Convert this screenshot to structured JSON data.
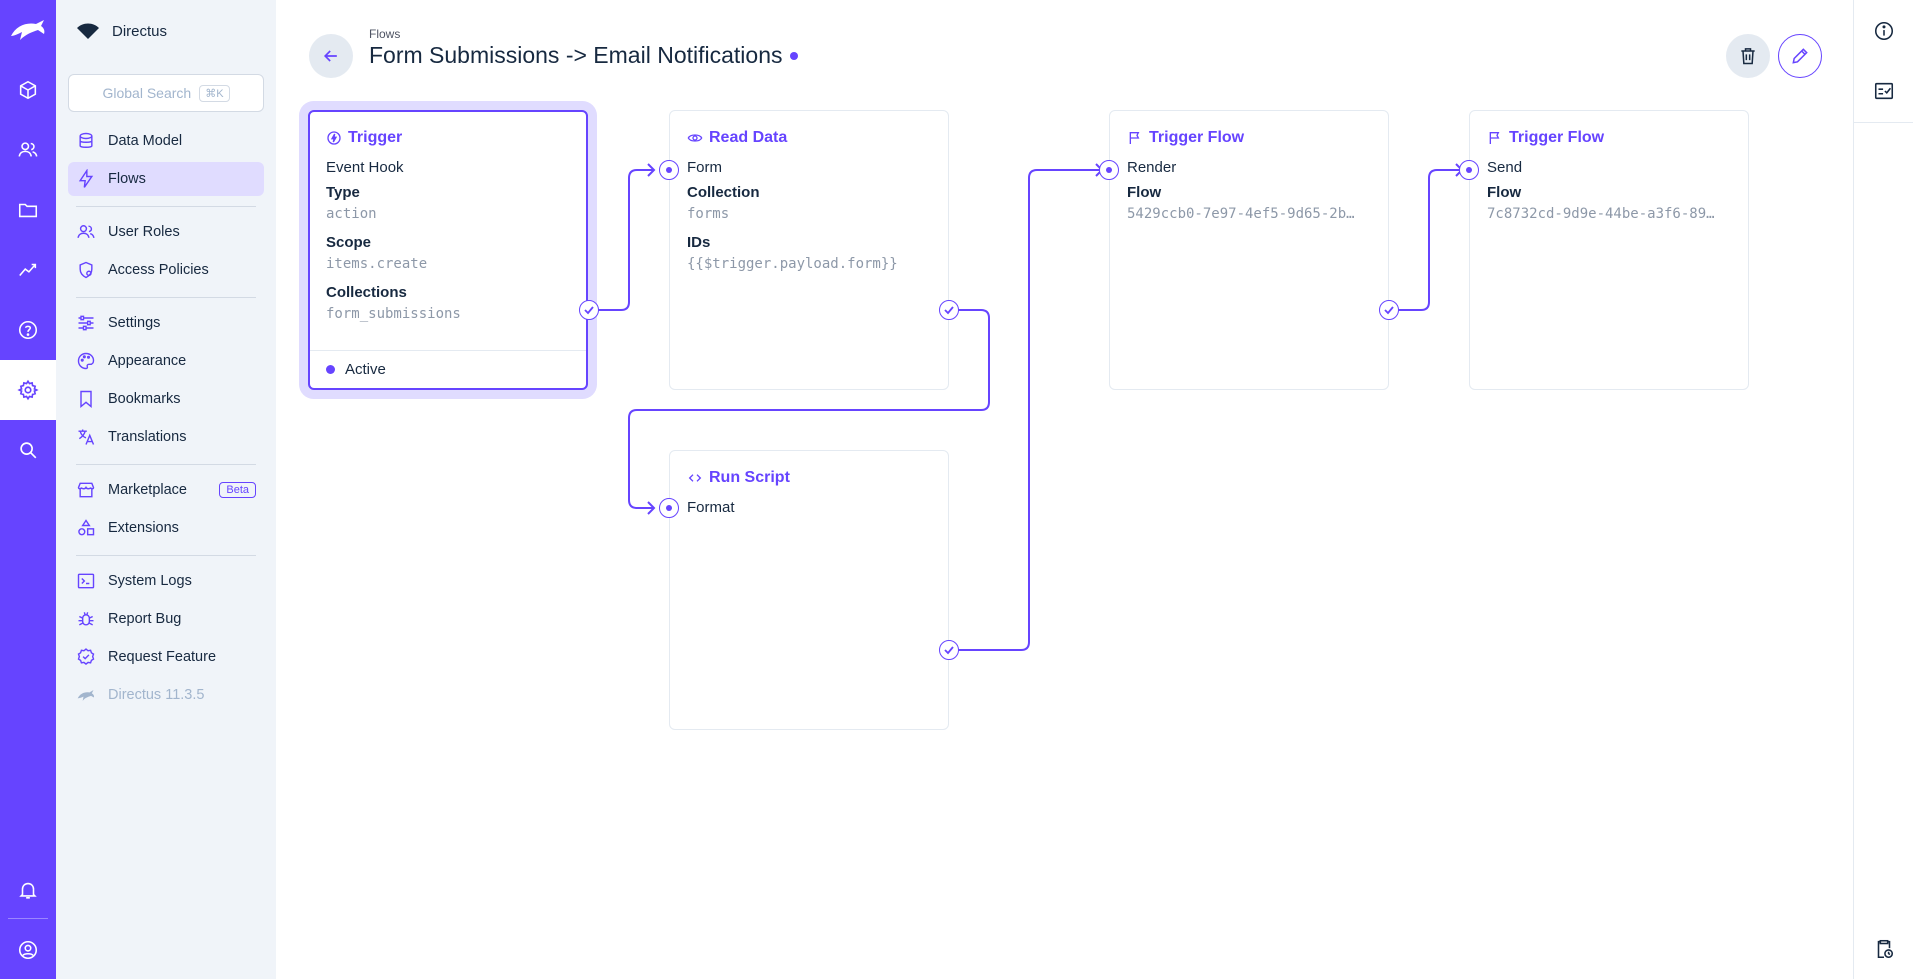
{
  "project": {
    "name": "Directus"
  },
  "search": {
    "label": "Global Search",
    "shortcut": "⌘K"
  },
  "nav": {
    "items": [
      {
        "label": "Data Model"
      },
      {
        "label": "Flows"
      },
      {
        "label": "User Roles"
      },
      {
        "label": "Access Policies"
      },
      {
        "label": "Settings"
      },
      {
        "label": "Appearance"
      },
      {
        "label": "Bookmarks"
      },
      {
        "label": "Translations"
      },
      {
        "label": "Marketplace",
        "badge": "Beta"
      },
      {
        "label": "Extensions"
      },
      {
        "label": "System Logs"
      },
      {
        "label": "Report Bug"
      },
      {
        "label": "Request Feature"
      },
      {
        "label": "Directus 11.3.5"
      }
    ]
  },
  "header": {
    "breadcrumb": "Flows",
    "title": "Form Submissions -> Email Notifications"
  },
  "panels": {
    "trigger": {
      "title": "Trigger",
      "name": "Event Hook",
      "fields": [
        {
          "label": "Type",
          "value": "action"
        },
        {
          "label": "Scope",
          "value": "items.create"
        },
        {
          "label": "Collections",
          "value": "form_submissions"
        }
      ],
      "status": "Active"
    },
    "read_data": {
      "title": "Read Data",
      "name": "Form",
      "fields": [
        {
          "label": "Collection",
          "value": "forms"
        },
        {
          "label": "IDs",
          "value": "{{$trigger.payload.form}}"
        }
      ]
    },
    "run_script": {
      "title": "Run Script",
      "name": "Format"
    },
    "trigger_flow_render": {
      "title": "Trigger Flow",
      "name": "Render",
      "fields": [
        {
          "label": "Flow",
          "value": "5429ccb0-7e97-4ef5-9d65-2b…"
        }
      ]
    },
    "trigger_flow_send": {
      "title": "Trigger Flow",
      "name": "Send",
      "fields": [
        {
          "label": "Flow",
          "value": "7c8732cd-9d9e-44be-a3f6-89…"
        }
      ]
    }
  },
  "colors": {
    "accent": "#6644ff",
    "accent_soft": "#e0dcff",
    "nav_bg": "#f0f4f9"
  }
}
